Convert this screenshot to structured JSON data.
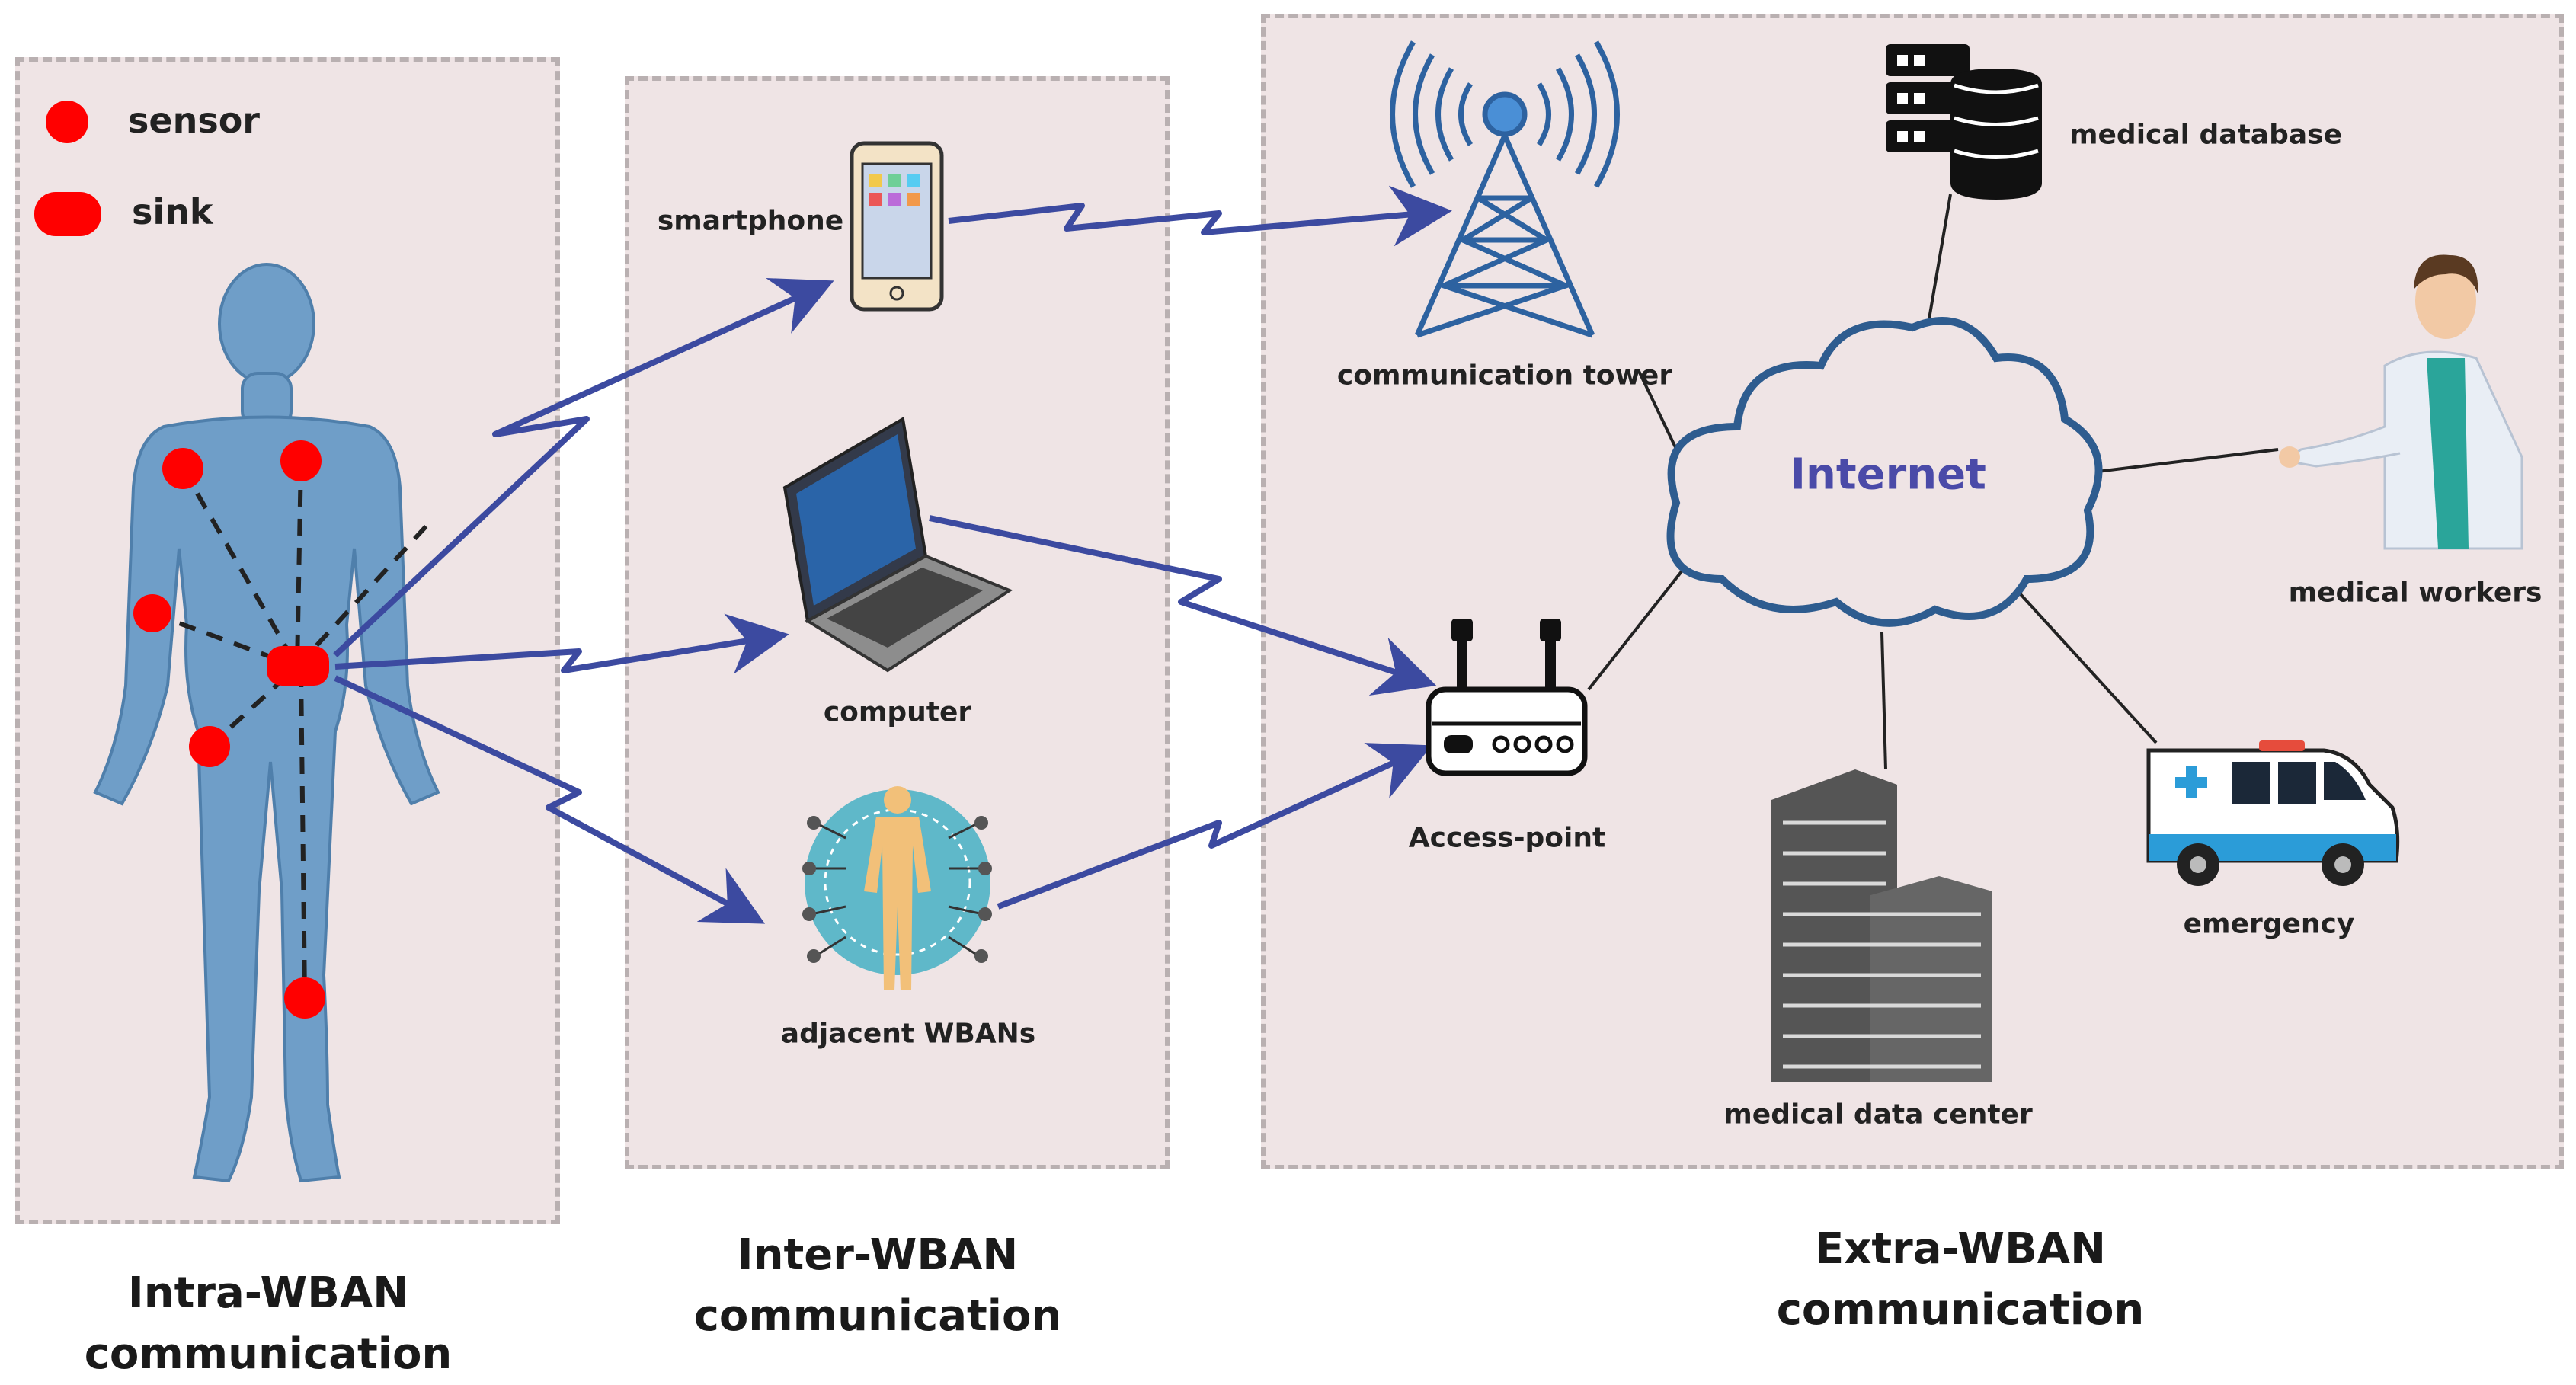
{
  "legend": {
    "sensor": "sensor",
    "sink": "sink"
  },
  "labels": {
    "smartphone": "smartphone",
    "computer": "computer",
    "adjacent": "adjacent WBANs",
    "tower": "communication tower",
    "database": "medical database",
    "internet": "Internet",
    "workers": "medical workers",
    "access_point": "Access-point",
    "data_center": "medical data center",
    "emergency": "emergency"
  },
  "captions": {
    "intra_1": "Intra-WBAN",
    "intra_2": "communication",
    "inter_1": "Inter-WBAN",
    "inter_2": "communication",
    "extra_1": "Extra-WBAN",
    "extra_2": "communication"
  },
  "colors": {
    "panel": "#efe4e5",
    "sensor": "#ff0000",
    "body": "#6f9ec8",
    "arrow": "#3c4aa0",
    "cloud": "#2e5c8f",
    "internet_text": "#4a4aa8",
    "tower": "#2d62a0",
    "adjacent_bg": "#5fb8c9",
    "adjacent_figure": "#f2c079"
  },
  "icons": [
    "sensor-dot-icon",
    "sink-icon",
    "human-body-icon",
    "smartphone-icon",
    "laptop-icon",
    "adjacent-wban-icon",
    "tower-icon",
    "database-icon",
    "cloud-icon",
    "doctor-icon",
    "router-icon",
    "building-icon",
    "ambulance-icon"
  ]
}
